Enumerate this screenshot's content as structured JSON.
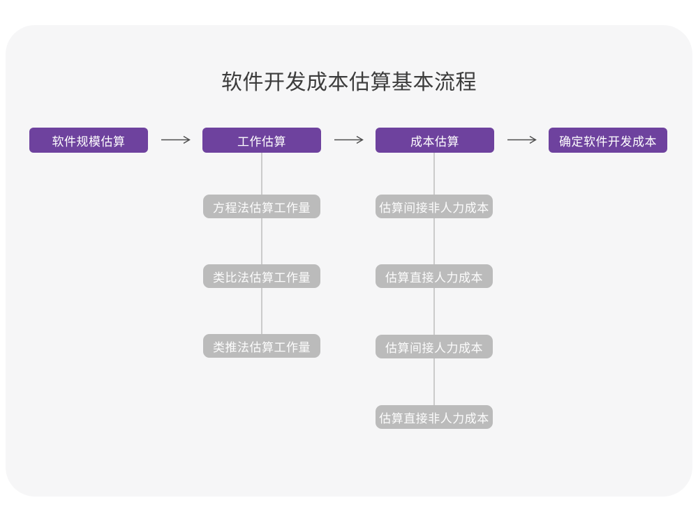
{
  "title": "软件开发成本估算基本流程",
  "colors": {
    "page_background": "#ffffff",
    "card_background": "#f6f6f7",
    "primary_node": "#6e429e",
    "secondary_node": "#bbbbbb",
    "connector_line": "#cbcbcb",
    "arrow": "#4c4c4c",
    "title_text": "#3c3c3c"
  },
  "icons": {
    "arrow_right": "⟶"
  },
  "flow": {
    "main_steps": [
      {
        "label": "软件规模估算"
      },
      {
        "label": "工作估算"
      },
      {
        "label": "成本估算"
      },
      {
        "label": "确定软件开发成本"
      }
    ],
    "work_estimation_methods": [
      "方程法估算工作量",
      "类比法估算工作量",
      "类推法估算工作量"
    ],
    "cost_estimation_steps": [
      "估算间接非人力成本",
      "估算直接人力成本",
      "估算间接人力成本",
      "估算直接非人力成本"
    ]
  }
}
